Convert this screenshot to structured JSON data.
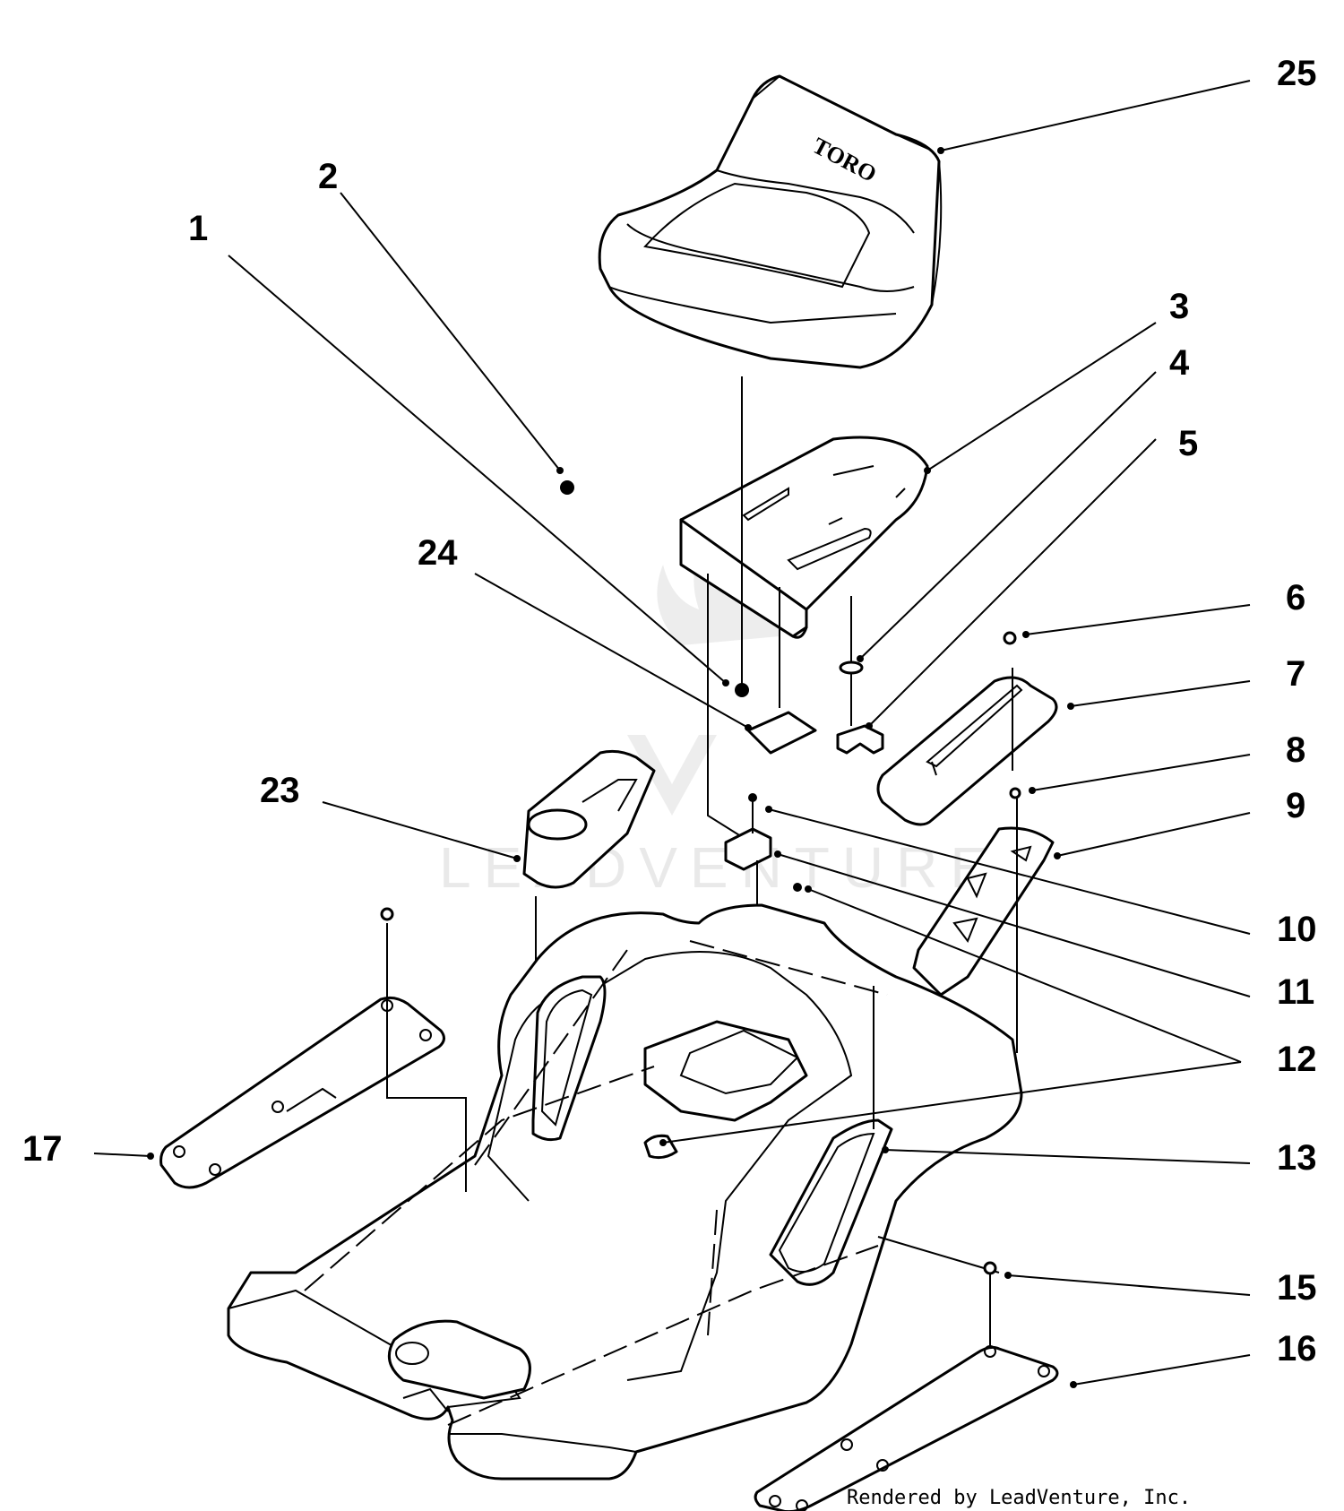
{
  "seat_brand": "TORO",
  "watermark": "LEADVENTURE",
  "credit": "Rendered by LeadVenture, Inc.",
  "callouts": [
    {
      "id": "25",
      "label": "25"
    },
    {
      "id": "2",
      "label": "2"
    },
    {
      "id": "1",
      "label": "1"
    },
    {
      "id": "3",
      "label": "3"
    },
    {
      "id": "4",
      "label": "4"
    },
    {
      "id": "5",
      "label": "5"
    },
    {
      "id": "24",
      "label": "24"
    },
    {
      "id": "6",
      "label": "6"
    },
    {
      "id": "7",
      "label": "7"
    },
    {
      "id": "8",
      "label": "8"
    },
    {
      "id": "9",
      "label": "9"
    },
    {
      "id": "23",
      "label": "23"
    },
    {
      "id": "10",
      "label": "10"
    },
    {
      "id": "11",
      "label": "11"
    },
    {
      "id": "12",
      "label": "12"
    },
    {
      "id": "13",
      "label": "13"
    },
    {
      "id": "17",
      "label": "17"
    },
    {
      "id": "15",
      "label": "15"
    },
    {
      "id": "16",
      "label": "16"
    }
  ]
}
